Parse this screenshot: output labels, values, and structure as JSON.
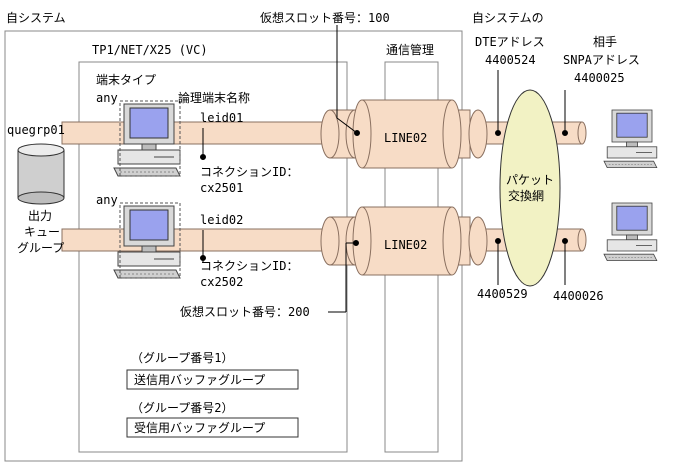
{
  "labels": {
    "own_system": "自システム",
    "tp1": "TP1/NET/X25 (VC)",
    "comm": "通信管理",
    "vslot_top": "仮想スロット番号：100",
    "vslot_bottom": "仮想スロット番号：200",
    "dte_line1": "自システムの",
    "dte_line2": "DTEアドレス",
    "dte_top_value": "4400524",
    "dte_bottom_value": "4400529",
    "partner_line1": "相手",
    "partner_line2": "SNPAアドレス",
    "partner_top_value": "4400025",
    "partner_bottom_value": "4400026",
    "terminal_type": "端末タイプ",
    "any1": "any",
    "any2": "any",
    "logical_name": "論理端末名称",
    "leid01": "leid01",
    "leid02": "leid02",
    "conn1_line1": "コネクションID：",
    "conn1_line2": "cx2501",
    "conn2_line1": "コネクションID：",
    "conn2_line2": "cx2502",
    "quegrp": "quegrp01",
    "queue_line1": "出力",
    "queue_line2": "キュー",
    "queue_line3": "グループ",
    "line_top": "LINE02",
    "line_bottom": "LINE02",
    "packet_line1": "パケット",
    "packet_line2": "交換網",
    "group1": "（グループ番号1）",
    "send_buffer": "送信用バッファグループ",
    "group2": "（グループ番号2）",
    "recv_buffer": "受信用バッファグループ"
  },
  "colors": {
    "pipe_fill": "#f7dcc6",
    "cloud_fill": "#f2f2c4",
    "screen_fill": "#9aa2ee"
  }
}
